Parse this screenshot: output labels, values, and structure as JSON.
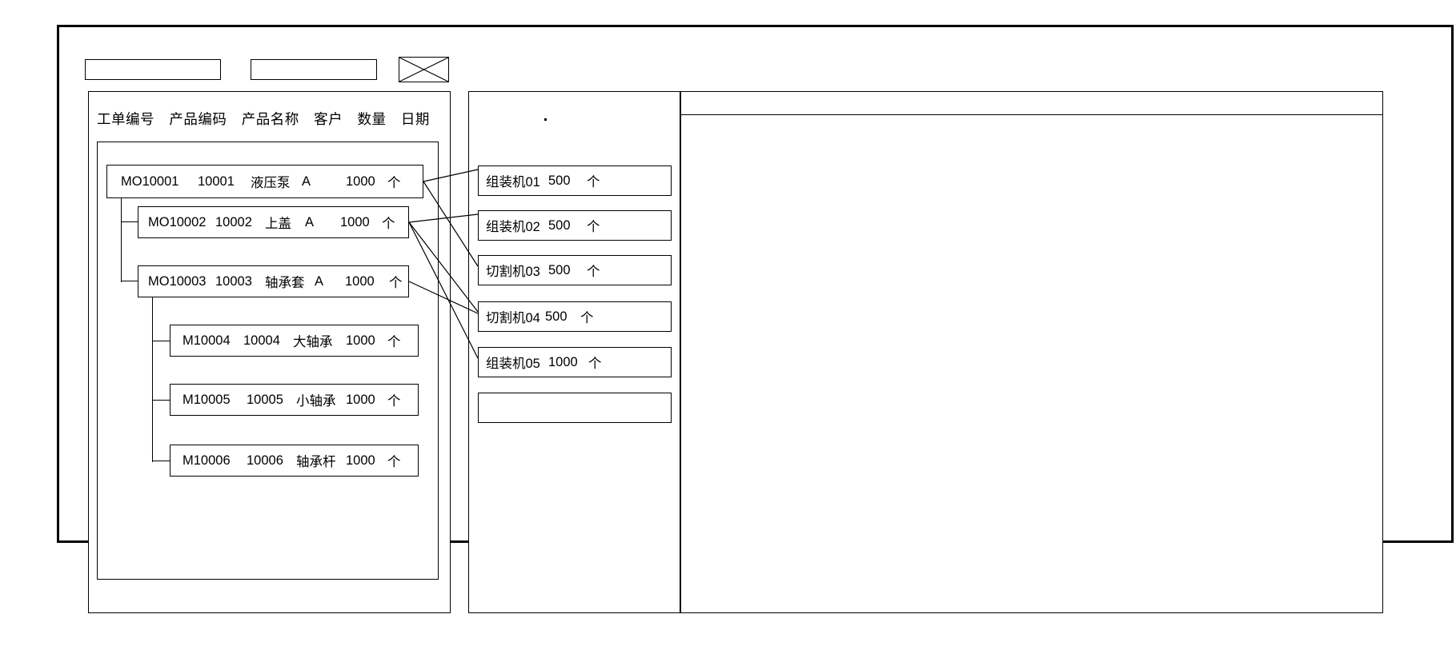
{
  "window": {
    "title": ""
  },
  "toolbar": {
    "field_1_value": "",
    "field_1_placeholder": "",
    "field_2_value": "",
    "field_2_placeholder": "",
    "image_placeholder_icon": "crossed-box-icon"
  },
  "left_panel": {
    "columns": [
      "工单编号",
      "产品编码",
      "产品名称",
      "客户",
      "数量",
      "日期"
    ],
    "rows": [
      {
        "order_no": "MO10001",
        "product_code": "10001",
        "product_name": "液压泵",
        "customer": "A",
        "quantity": "1000",
        "unit": "个",
        "level": 0
      },
      {
        "order_no": "MO10002",
        "product_code": "10002",
        "product_name": "上盖",
        "customer": "A",
        "quantity": "1000",
        "unit": "个",
        "level": 1
      },
      {
        "order_no": "MO10003",
        "product_code": "10003",
        "product_name": "轴承套",
        "customer": "A",
        "quantity": "1000",
        "unit": "个",
        "level": 1
      },
      {
        "order_no": "M10004",
        "product_code": "10004",
        "product_name": "大轴承",
        "customer": "",
        "quantity": "1000",
        "unit": "个",
        "level": 2
      },
      {
        "order_no": "M10005",
        "product_code": "10005",
        "product_name": "小轴承",
        "customer": "",
        "quantity": "1000",
        "unit": "个",
        "level": 2
      },
      {
        "order_no": "M10006",
        "product_code": "10006",
        "product_name": "轴承杆",
        "customer": "",
        "quantity": "1000",
        "unit": "个",
        "level": 2
      }
    ]
  },
  "middle_panel": {
    "rows": [
      {
        "machine": "组装机01",
        "quantity": "500",
        "unit": "个"
      },
      {
        "machine": "组装机02",
        "quantity": "500",
        "unit": "个"
      },
      {
        "machine": "切割机03",
        "quantity": "500",
        "unit": "个"
      },
      {
        "machine": "切割机04",
        "quantity": "500",
        "unit": "个"
      },
      {
        "machine": "组装机05",
        "quantity": "1000",
        "unit": "个"
      },
      {
        "machine": "",
        "quantity": "",
        "unit": ""
      }
    ]
  },
  "right_panel": {
    "content": ""
  },
  "colors": {
    "stroke": "#000000",
    "background": "#ffffff"
  }
}
